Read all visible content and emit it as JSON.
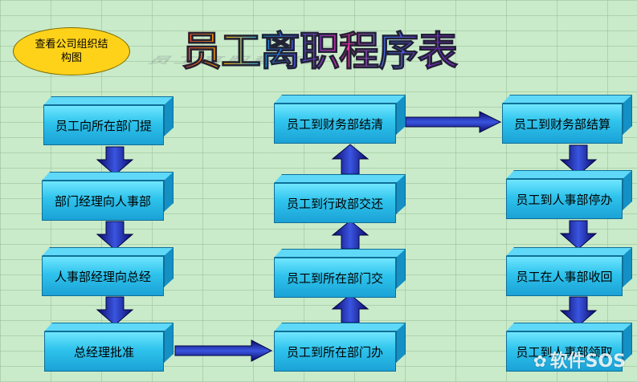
{
  "link": {
    "label": "查看公司组织结构图"
  },
  "title": "员工离职程序表",
  "steps": {
    "s1": "员工向所在部门提",
    "s2": "部门经理向人事部",
    "s3": "人事部经理向总经",
    "s4": "总经理批准",
    "s5": "员工到所在部门办",
    "s6": "员工到所在部门交",
    "s7": "员工到行政部交还",
    "s8": "员工到财务部结清",
    "s9": "员工到财务部结算",
    "s10": "员工到人事部停办",
    "s11": "员工在人事部收回",
    "s12": "员工到人事部领取"
  },
  "watermark": {
    "logo": "✿",
    "text": "软件SOS"
  }
}
